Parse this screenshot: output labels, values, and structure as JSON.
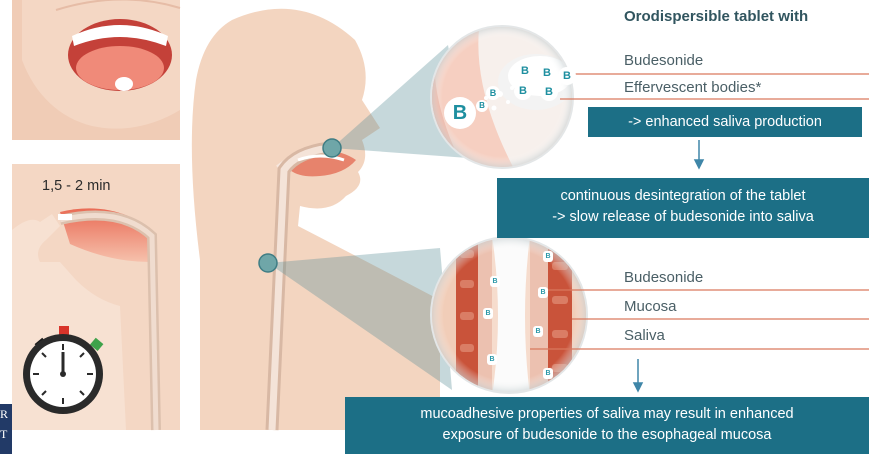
{
  "title": "Orodispersible tablet with",
  "timer": {
    "duration": "1,5 - 2 min"
  },
  "top_inset": {
    "label_budesonide": "Budesonide",
    "label_effervescent": "Effervescent bodies*",
    "marker": "B"
  },
  "boxes": {
    "saliva_production": "-> enhanced saliva production",
    "disintegration_line1": "continuous desintegration of the tablet",
    "disintegration_line2": "-> slow release of budesonide into saliva",
    "mucoadhesive_line1": "mucoadhesive properties of saliva may result in enhanced",
    "mucoadhesive_line2": "exposure of budesonide to the esophageal mucosa"
  },
  "bottom_inset": {
    "label_budesonide": "Budesonide",
    "label_mucosa": "Mucosa",
    "label_saliva": "Saliva",
    "marker": "B"
  },
  "left_fragments": {
    "line1": "R",
    "line2": "T"
  },
  "colors": {
    "teal_box": "#1c6f86",
    "skin": "#f3d5c0",
    "mucosa_red": "#e4765a",
    "tablet_blue": "#2aa3b0"
  }
}
